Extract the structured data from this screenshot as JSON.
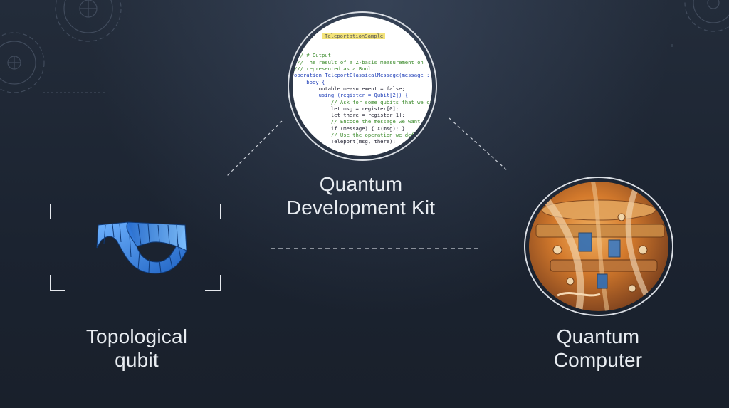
{
  "nodes": {
    "sdk": {
      "title_lines": [
        "Quantum",
        "Development Kit"
      ]
    },
    "qubit": {
      "title_lines": [
        "Topological",
        "qubit"
      ]
    },
    "computer": {
      "title_lines": [
        "Quantum",
        "Computer"
      ]
    }
  },
  "code_snippet": {
    "tab": "TeleportationSample",
    "lines": [
      {
        "cls": "c-com",
        "text": "/// # Output"
      },
      {
        "cls": "c-com",
        "text": "/// The result of a Z-basis measurement on"
      },
      {
        "cls": "c-com",
        "text": "/// represented as a Bool."
      },
      {
        "cls": "c-kw",
        "text": "operation TeleportClassicalMessage(message : Bool)"
      },
      {
        "cls": "c-kw",
        "text": "    body {"
      },
      {
        "cls": "c-txt",
        "text": "        mutable measurement = false;"
      },
      {
        "cls": "c-txt",
        "text": ""
      },
      {
        "cls": "c-kw",
        "text": "        using (register = Qubit[2]) {"
      },
      {
        "cls": "c-com",
        "text": "            // Ask for some qubits that we can use"
      },
      {
        "cls": "c-txt",
        "text": "            let msg = register[0];"
      },
      {
        "cls": "c-txt",
        "text": "            let there = register[1];"
      },
      {
        "cls": "c-txt",
        "text": ""
      },
      {
        "cls": "c-com",
        "text": "            // Encode the message we want to send"
      },
      {
        "cls": "c-txt",
        "text": "            if (message) { X(msg); }"
      },
      {
        "cls": "c-txt",
        "text": ""
      },
      {
        "cls": "c-com",
        "text": "            // Use the operation we defined"
      },
      {
        "cls": "c-txt",
        "text": "            Teleport(msg, there);"
      }
    ]
  },
  "colors": {
    "background": "#1c2431",
    "label_text": "#e8ecf1",
    "lens_ring": "#d9dde3",
    "qubit_band": "#3a8ee6",
    "comment_green": "#3a8a2a",
    "keyword_blue": "#1f3fb8",
    "hardware_orange": "#d47a2c"
  },
  "icons": {
    "qubit": "mobius-strip-icon",
    "computer": "quantum-hardware-image",
    "decor": "gear-icon"
  }
}
